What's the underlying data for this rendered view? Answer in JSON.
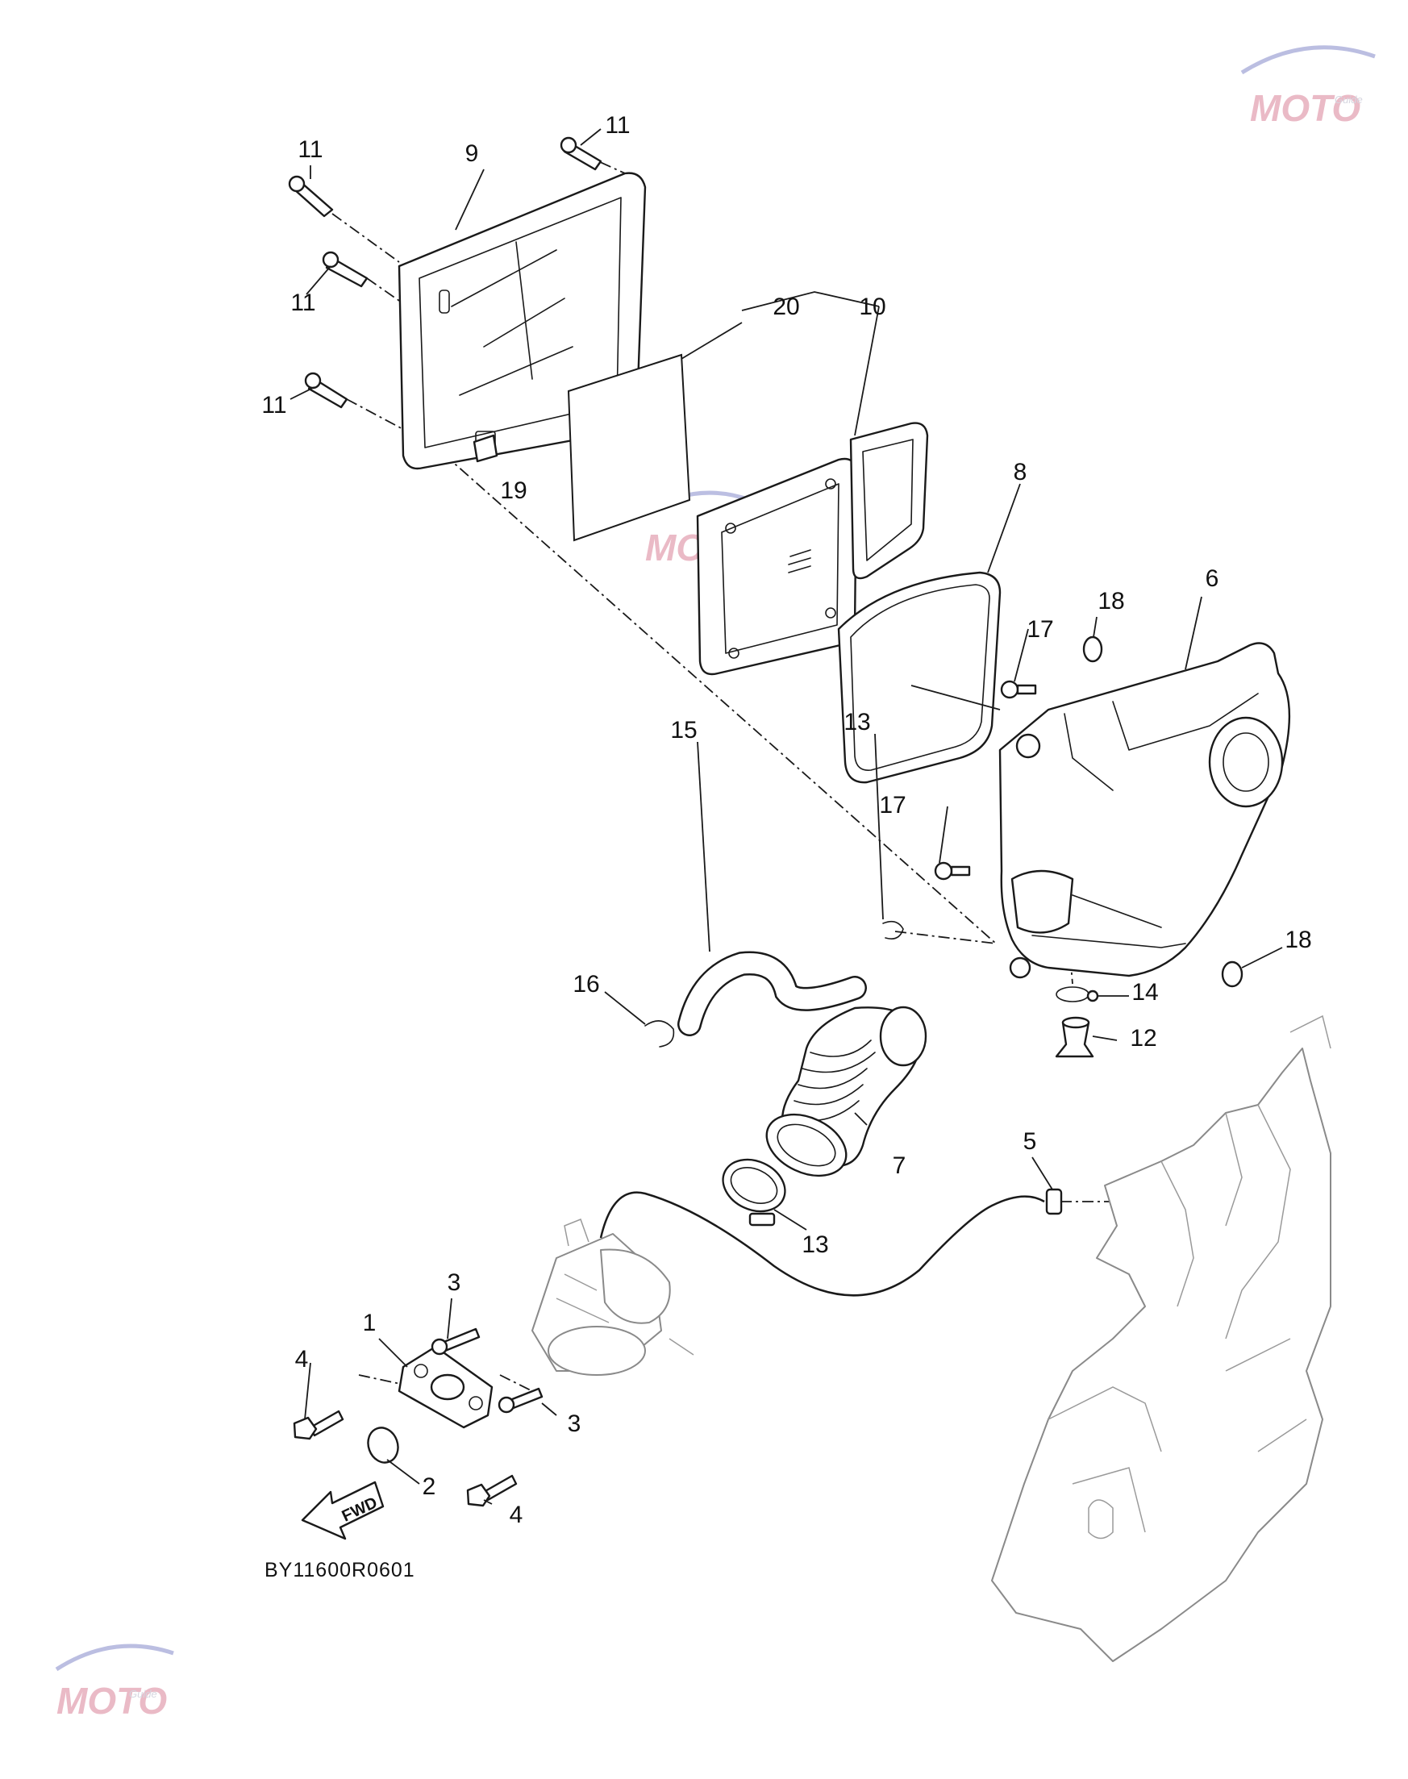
{
  "diagram": {
    "code": "BY11600R0601",
    "fwd_label": "FWD",
    "watermark": {
      "text": "MOTO",
      "subtext": "Guide"
    },
    "callouts": [
      "1",
      "2",
      "3",
      "3",
      "4",
      "4",
      "5",
      "6",
      "7",
      "8",
      "9",
      "10",
      "11",
      "11",
      "11",
      "11",
      "12",
      "13",
      "13",
      "14",
      "15",
      "16",
      "17",
      "17",
      "18",
      "18",
      "19",
      "20"
    ]
  }
}
